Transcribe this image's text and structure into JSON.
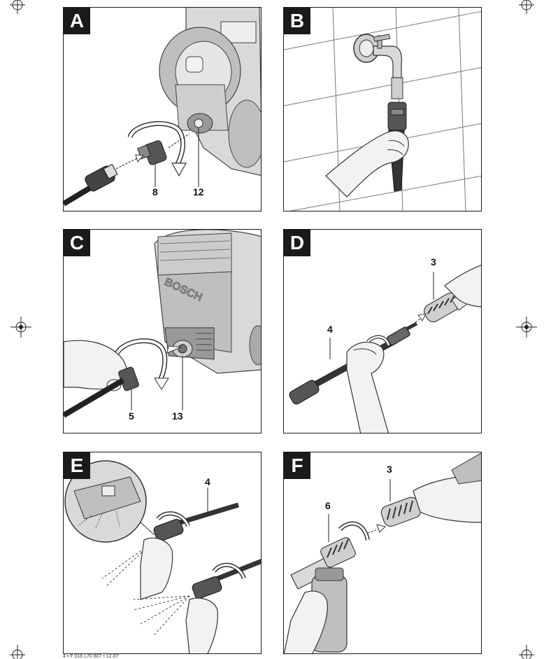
{
  "panels": {
    "a": {
      "letter": "A",
      "labels": [
        "8",
        "12"
      ]
    },
    "b": {
      "letter": "B"
    },
    "c": {
      "letter": "C",
      "labels": [
        "5",
        "13"
      ],
      "brand": "BOSCH"
    },
    "d": {
      "letter": "D",
      "labels": [
        "3",
        "4"
      ]
    },
    "e": {
      "letter": "E",
      "labels": [
        "4"
      ]
    },
    "f": {
      "letter": "F",
      "labels": [
        "3",
        "6"
      ]
    }
  },
  "footer": "4 • F 016 L70 807 • 12.07",
  "colors": {
    "ink": "#1a1a1a",
    "grey_light": "#d9d9d9",
    "grey_mid": "#a6a6a6",
    "grey_dark": "#4d4d4d"
  }
}
